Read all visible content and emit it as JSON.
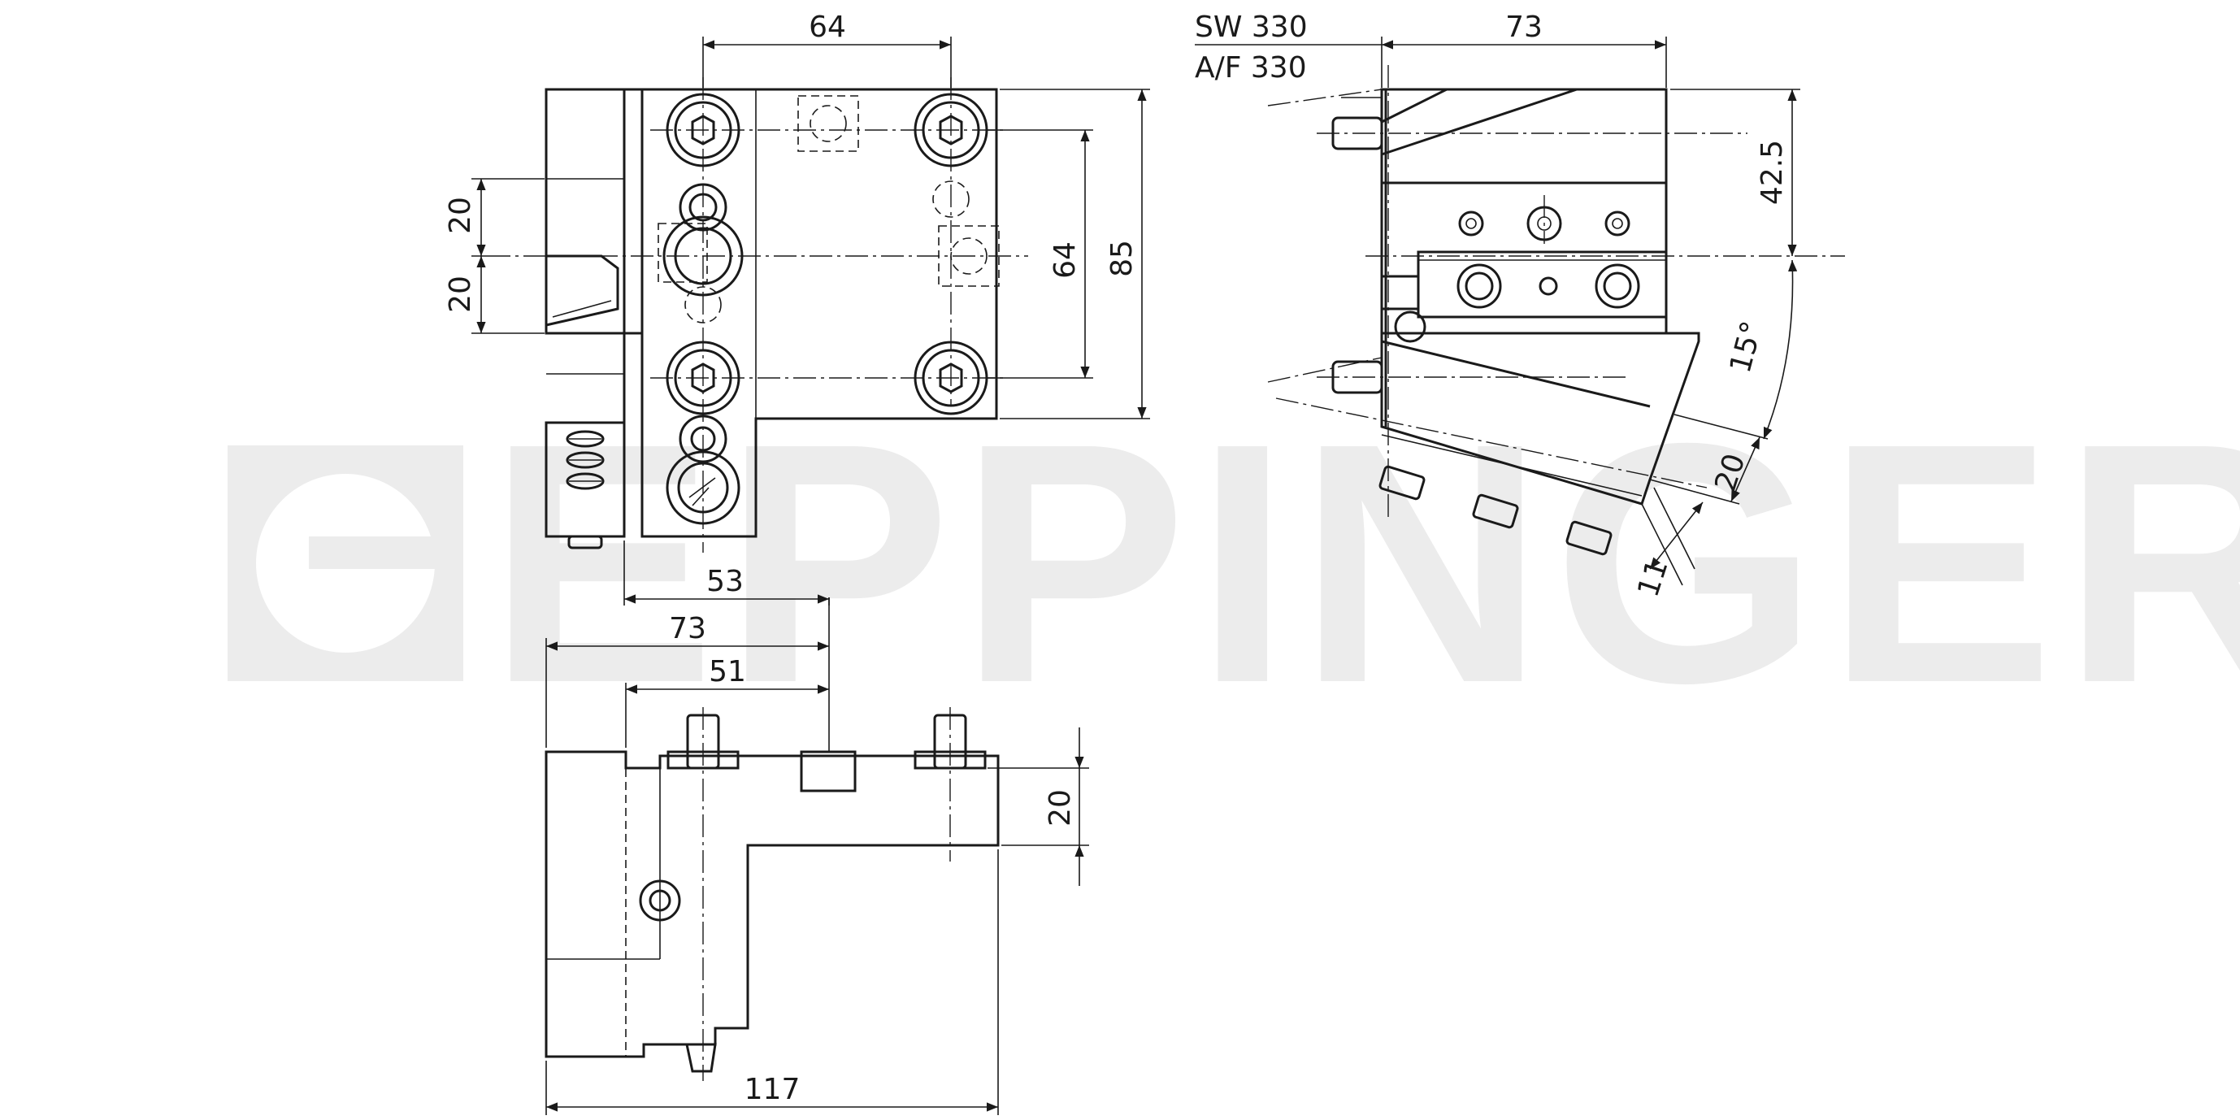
{
  "watermark": "EPPINGER",
  "spanner_label_1": "SW 330",
  "spanner_label_2": "A/F 330",
  "front_view": {
    "dim_top_width": "64",
    "dim_upper_20": "20",
    "dim_lower_20": "20",
    "dim_right_64": "64",
    "dim_right_85": "85",
    "dim_bottom_53": "53"
  },
  "side_view": {
    "dim_top_73": "73",
    "dim_42_5": "42.5",
    "dim_angle": "15°",
    "dim_20": "20",
    "dim_11": "11"
  },
  "top_view": {
    "dim_73": "73",
    "dim_51": "51",
    "dim_20": "20",
    "dim_117": "117"
  }
}
